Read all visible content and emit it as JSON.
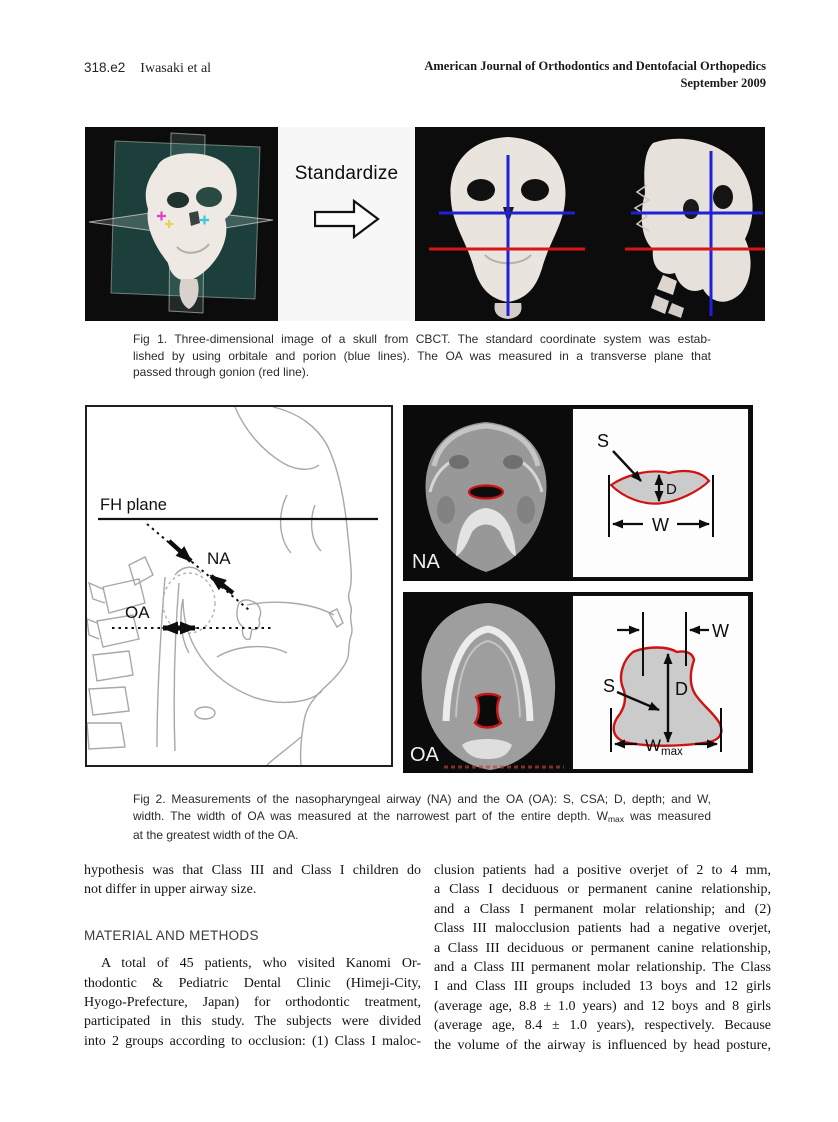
{
  "header": {
    "page_number": "318.e2",
    "authors": "Iwasaki et al",
    "journal_line1": "American Journal of Orthodontics and Dentofacial Orthopedics",
    "journal_line2": "September 2009"
  },
  "fig1": {
    "standardize_label": "Standardize",
    "caption_lines": [
      "Fig 1.  Three-dimensional image of a skull from CBCT. The standard coordinate system was estab-",
      "lished by using orbitale and porion (blue lines). The OA was measured in a transverse plane that",
      "passed through gonion (red line)."
    ]
  },
  "fig2": {
    "drawing": {
      "fh_label": "FH plane",
      "na_label": "NA",
      "oa_label": "OA"
    },
    "na": {
      "ct_label": "NA",
      "s": "S",
      "d": "D",
      "w": "W"
    },
    "oa": {
      "ct_label": "OA",
      "s": "S",
      "d": "D",
      "w": "W",
      "wmax_base": "W",
      "wmax_sub": "max"
    },
    "caption": {
      "line1": "Fig 2.  Measurements of the nasopharyngeal airway (NA) and the OA (OA): S, CSA; D, depth; and W,",
      "line2_pre": "width. The width of OA was measured at the narrowest part of the entire depth. W",
      "line2_sub": "max",
      "line2_post": " was measured",
      "line3": "at the greatest width of the OA."
    }
  },
  "body": {
    "left_para1_lines": [
      "hypothesis was that Class III and Class I children do",
      "not differ in upper airway size."
    ],
    "section_heading": "MATERIAL AND METHODS",
    "left_para2_lines": [
      "A total of 45 patients, who visited Kanomi Or-",
      "thodontic & Pediatric Dental Clinic (Himeji-City,",
      "Hyogo-Prefecture, Japan) for orthodontic treatment,",
      "participated in this study. The subjects were divided",
      "into 2 groups according to occlusion: (1) Class I maloc-"
    ],
    "right_para_lines": [
      "clusion patients had a positive overjet of 2 to 4 mm,",
      "a Class I deciduous or permanent canine relationship,",
      "and a Class I permanent molar relationship; and (2)",
      "Class III malocclusion patients had a negative overjet,",
      "a Class III deciduous or permanent canine relationship,",
      "and a Class III permanent molar relationship. The Class",
      "I and Class III groups included 13 boys and 12 girls",
      "(average age, 8.8 ± 1.0 years) and 12 boys and 8 girls",
      "(average age, 8.4 ± 1.0 years), respectively. Because",
      "the volume of the airway is influenced by head posture,"
    ]
  },
  "colors": {
    "landmark_blue": "#2020d8",
    "gonion_red": "#d81414",
    "airway_outline_red": "#cf1212"
  }
}
